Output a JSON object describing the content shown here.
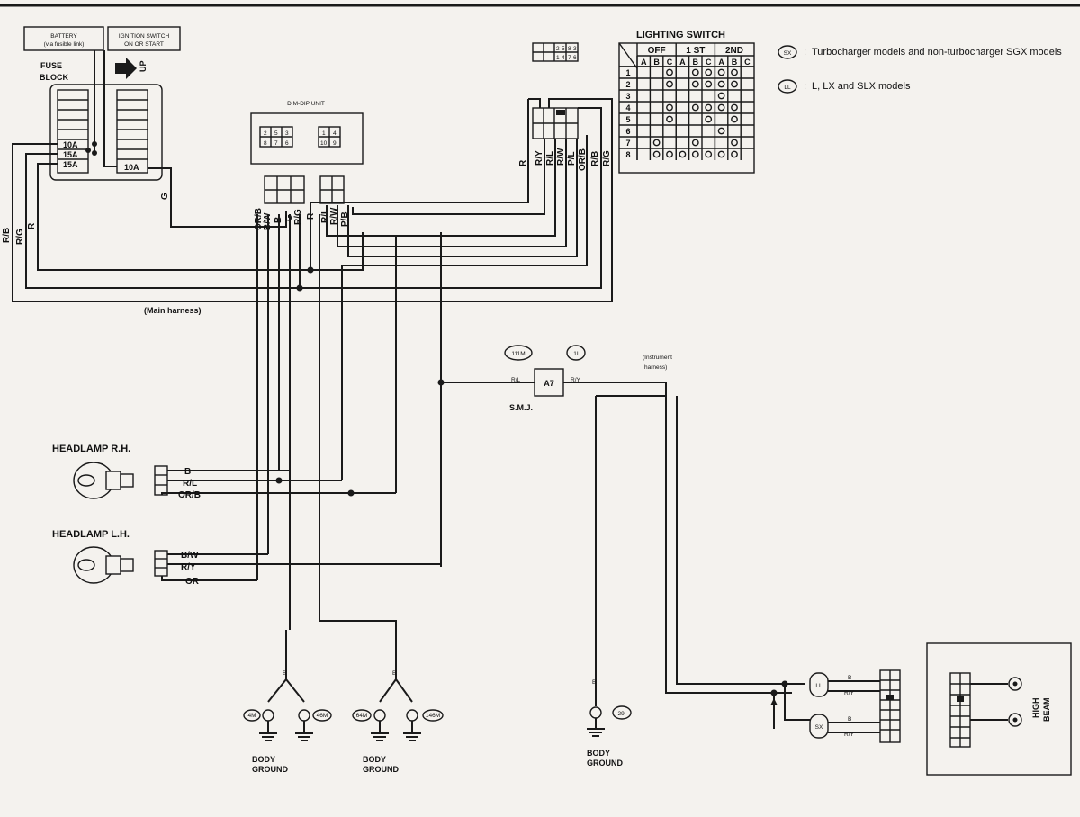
{
  "battery": "BATTERY",
  "battery_note": "(via fusible link)",
  "ignition_line1": "IGNITION SWITCH",
  "ignition_line2": "ON OR START",
  "fuse_block_line1": "FUSE",
  "fuse_block_line2": "BLOCK",
  "up_label": "UP",
  "fuses": [
    "10A",
    "15A",
    "15A",
    "10A"
  ],
  "dim_dip_unit": "DIM-DIP UNIT",
  "dim_dip_pins_a": [
    "2",
    "5",
    "3",
    "8",
    "7",
    "6"
  ],
  "dim_dip_pins_b": [
    "1",
    "4",
    "10",
    "9"
  ],
  "lighting_switch": {
    "title": "LIGHTING SWITCH",
    "groups": [
      "OFF",
      "1 ST",
      "2ND"
    ],
    "cols": [
      "A",
      "B",
      "C",
      "A",
      "B",
      "C",
      "A",
      "B",
      "C"
    ],
    "rows": [
      "1",
      "2",
      "3",
      "4",
      "5",
      "6",
      "7",
      "8"
    ],
    "connections": [
      {
        "row": 1,
        "cols": [
          3,
          5,
          6,
          7,
          8
        ]
      },
      {
        "row": 2,
        "cols": [
          3,
          5,
          6,
          7,
          8
        ]
      },
      {
        "row": 3,
        "cols": [
          7
        ]
      },
      {
        "row": 4,
        "cols": [
          3,
          5,
          6,
          7,
          8
        ]
      },
      {
        "row": 5,
        "cols": [
          3,
          6,
          8
        ]
      },
      {
        "row": 6,
        "cols": [
          7
        ]
      },
      {
        "row": 7,
        "cols": [
          2,
          5,
          8
        ]
      },
      {
        "row": 8,
        "cols": [
          2,
          3,
          4,
          5,
          6,
          7,
          8
        ]
      }
    ]
  },
  "connector_pins": [
    "2",
    "5",
    "8",
    "3",
    "1",
    "4",
    "7",
    "6"
  ],
  "legend": {
    "sx_code": "SX",
    "sx_text": "Turbocharger models and non-turbocharger SGX models",
    "ll_code": "LL",
    "ll_text": "L, LX and SLX models"
  },
  "wires": {
    "R/B": "R/B",
    "R/G": "R/G",
    "R": "R",
    "G": "G",
    "OR/B": "OR/B",
    "B/W": "B/W",
    "B": "B",
    "R/L": "R/L",
    "R/W": "R/W",
    "P/B": "P/B",
    "R/Y": "R/Y",
    "P/L": "P/L",
    "OR": "OR"
  },
  "main_harness": "(Main harness)",
  "instrument_harness_line1": "(Instrument",
  "instrument_harness_line2": "harness)",
  "smj": {
    "code1": "111M",
    "code2": "1I",
    "connector": "A7",
    "label": "S.M.J."
  },
  "headlamp_rh": "HEADLAMP R.H.",
  "headlamp_lh": "HEADLAMP L.H.",
  "ground_codes": [
    "4M",
    "46M",
    "64M",
    "146M",
    "29I"
  ],
  "body_ground_line1": "BODY",
  "body_ground_line2": "GROUND",
  "high_beam_line1": "HIGH",
  "high_beam_line2": "BEAM",
  "ll_badge": "LL",
  "sx_badge": "SX"
}
